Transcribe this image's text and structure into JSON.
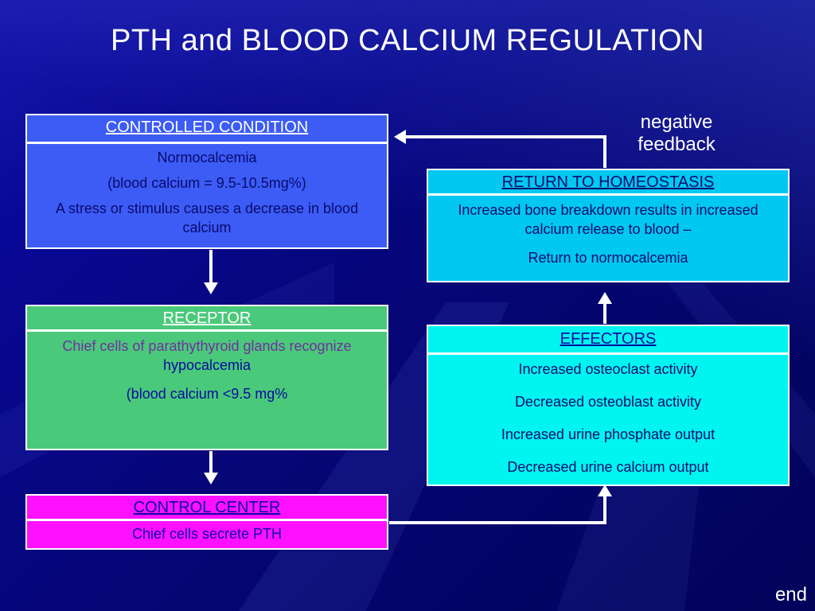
{
  "title": "PTH and BLOOD CALCIUM REGULATION",
  "controlled_condition": {
    "header": "CONTROLLED CONDITION",
    "lines": [
      "Normocalcemia",
      "(blood calcium = 9.5-10.5mg%)",
      "A stress or stimulus causes a decrease in blood calcium"
    ]
  },
  "receptor": {
    "header": "RECEPTOR",
    "line1a": "Chief cells of parathythyroid glands recognize ",
    "line1b": "hypocalcemia",
    "line2": "(blood calcium <9.5 mg%"
  },
  "control_center": {
    "header": "CONTROL CENTER",
    "line": "Chief cells secrete PTH"
  },
  "return_to_homeostasis": {
    "header": "RETURN TO HOMEOSTASIS",
    "lines": [
      "Increased bone breakdown results in increased calcium release to blood –",
      "Return to normocalcemia"
    ]
  },
  "effectors": {
    "header": "EFFECTORS",
    "lines": [
      "Increased osteoclast activity",
      "Decreased osteoblast activity",
      "Increased urine phosphate output",
      "Decreased urine calcium output"
    ]
  },
  "negative_feedback": "negative feedback",
  "end_link": "end",
  "colors": {
    "background": "#06067a",
    "controlled_condition": "#3c5cf5",
    "receptor": "#4ac97a",
    "control_center": "#ff10ff",
    "return_to_homeostasis": "#00c8f0",
    "effectors": "#00f5f0"
  }
}
